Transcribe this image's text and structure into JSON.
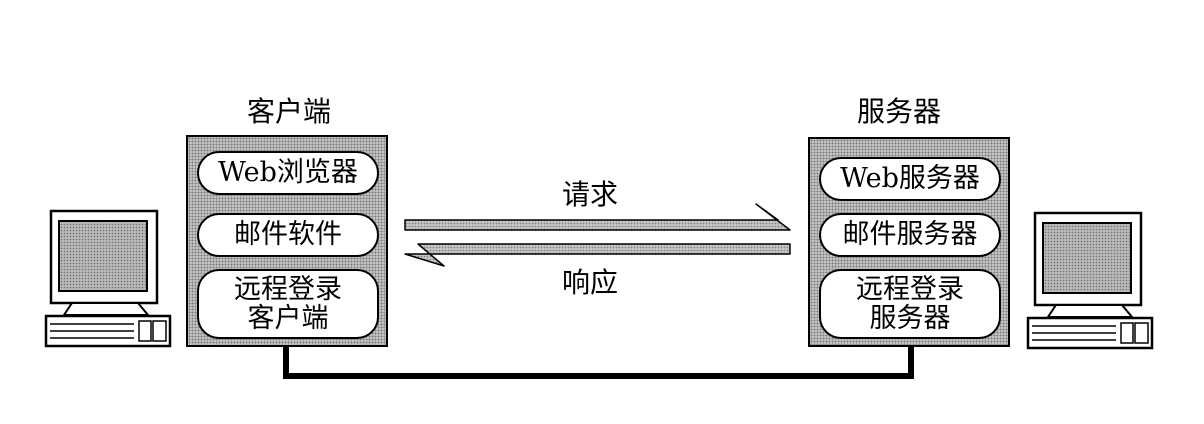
{
  "client": {
    "title": "客户端",
    "modules": [
      {
        "lines": [
          "Web浏览器"
        ]
      },
      {
        "lines": [
          "邮件软件"
        ]
      },
      {
        "lines": [
          "远程登录",
          "客户端"
        ]
      }
    ]
  },
  "server": {
    "title": "服务器",
    "modules": [
      {
        "lines": [
          "Web服务器"
        ]
      },
      {
        "lines": [
          "邮件服务器"
        ]
      },
      {
        "lines": [
          "远程登录",
          "服务器"
        ]
      }
    ]
  },
  "arrows": {
    "request": "请求",
    "response": "响应"
  },
  "icons": [
    "computer-icon",
    "computer-icon"
  ]
}
